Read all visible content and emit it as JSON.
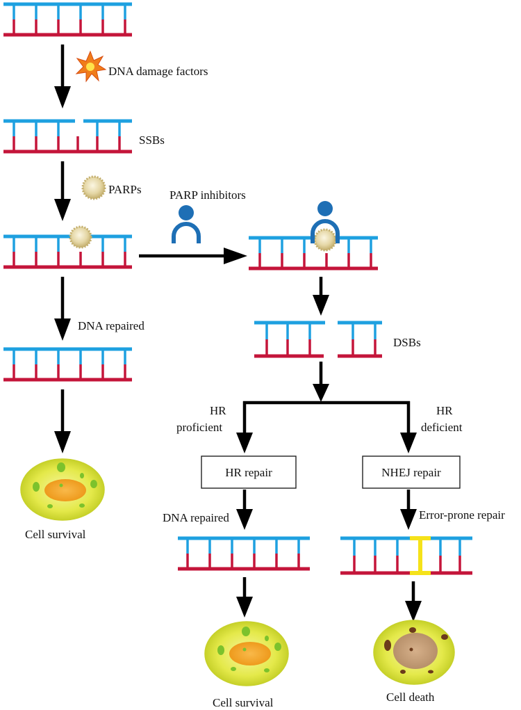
{
  "labels": {
    "damage": "DNA damage factors",
    "ssbs": "SSBs",
    "parps": "PARPs",
    "parp_inhibitors": "PARP inhibitors",
    "dna_repaired_left": "DNA repaired",
    "cell_survival_left": "Cell survival",
    "dsbs": "DSBs",
    "hr_proficient_1": "HR",
    "hr_proficient_2": "proficient",
    "hr_deficient_1": "HR",
    "hr_deficient_2": "deficient",
    "hr_repair": "HR repair",
    "nhej_repair": "NHEJ repair",
    "dna_repaired_right": "DNA repaired",
    "error_prone": "Error-prone repair",
    "cell_survival_right": "Cell survival",
    "cell_death": "Cell death"
  },
  "colors": {
    "strand_top": "#1ea0e0",
    "strand_bottom": "#c4153a",
    "inhibitor": "#1e6fb5",
    "parp_core": "#e2d7ac",
    "parp_rim": "#c3b073",
    "cell_outer": "#d9e23a",
    "cell_nucleus": "#f0a020",
    "cell_spots": "#7cc22c",
    "dead_nucleus": "#c49a73",
    "dead_spots": "#6b3a1b",
    "error_link": "#f5e21a"
  }
}
